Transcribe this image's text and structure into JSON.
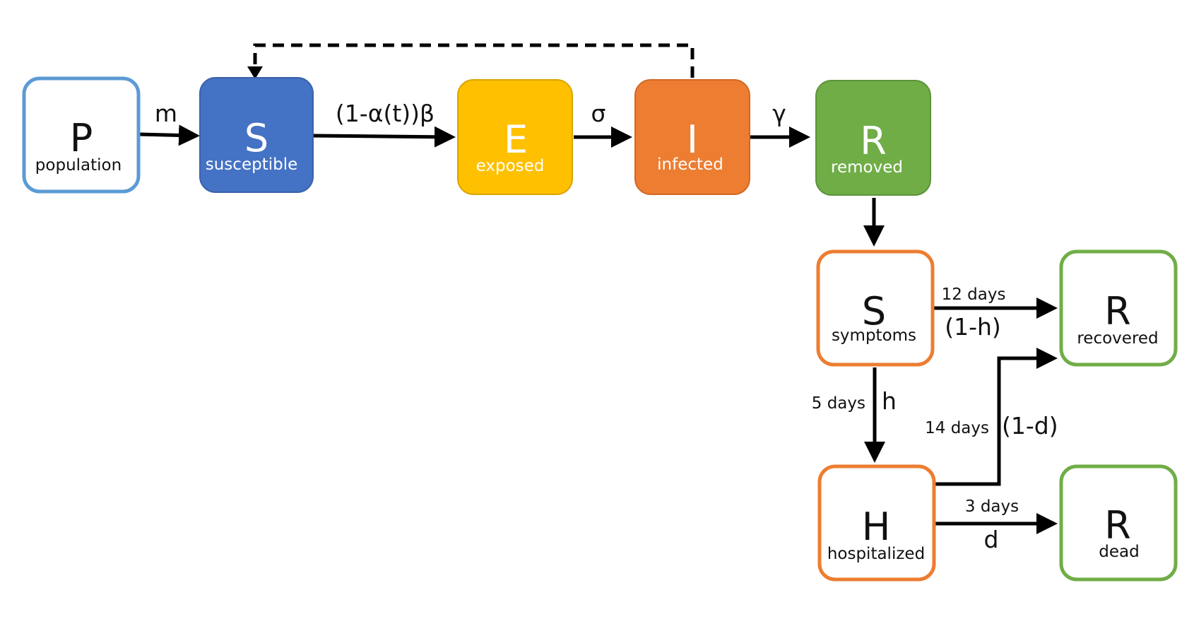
{
  "colors": {
    "population_border": "#5b9bd5",
    "susceptible_fill": "#4472c4",
    "exposed_fill": "#ffc000",
    "infected_fill": "#ed7d31",
    "removed_fill": "#70ad47",
    "symptoms_border": "#ed7d31",
    "hospitalized_border": "#ed7d31",
    "recovered_border": "#70ad47",
    "dead_border": "#70ad47",
    "arrow": "#000000"
  },
  "nodes": {
    "population": {
      "letter": "P",
      "label": "population"
    },
    "susceptible": {
      "letter": "S",
      "label": "susceptible"
    },
    "exposed": {
      "letter": "E",
      "label": "exposed"
    },
    "infected": {
      "letter": "I",
      "label": "infected"
    },
    "removed": {
      "letter": "R",
      "label": "removed"
    },
    "symptoms": {
      "letter": "S",
      "label": "symptoms"
    },
    "hospitalized": {
      "letter": "H",
      "label": "hospitalized"
    },
    "recovered": {
      "letter": "R",
      "label": "recovered"
    },
    "dead": {
      "letter": "R",
      "label": "dead"
    }
  },
  "edges": {
    "population_to_susceptible": "m",
    "susceptible_to_exposed": "(1-α(t))β",
    "exposed_to_infected": "σ",
    "infected_to_removed": "γ",
    "symptoms_to_recovered_time": "12 days",
    "symptoms_to_recovered_rate": "(1-h)",
    "symptoms_to_hospitalized_time": "5 days",
    "symptoms_to_hospitalized_rate": "h",
    "hospitalized_to_recovered_time": "14 days",
    "hospitalized_to_recovered_rate": "(1-d)",
    "hospitalized_to_dead_time": "3 days",
    "hospitalized_to_dead_rate": "d"
  }
}
